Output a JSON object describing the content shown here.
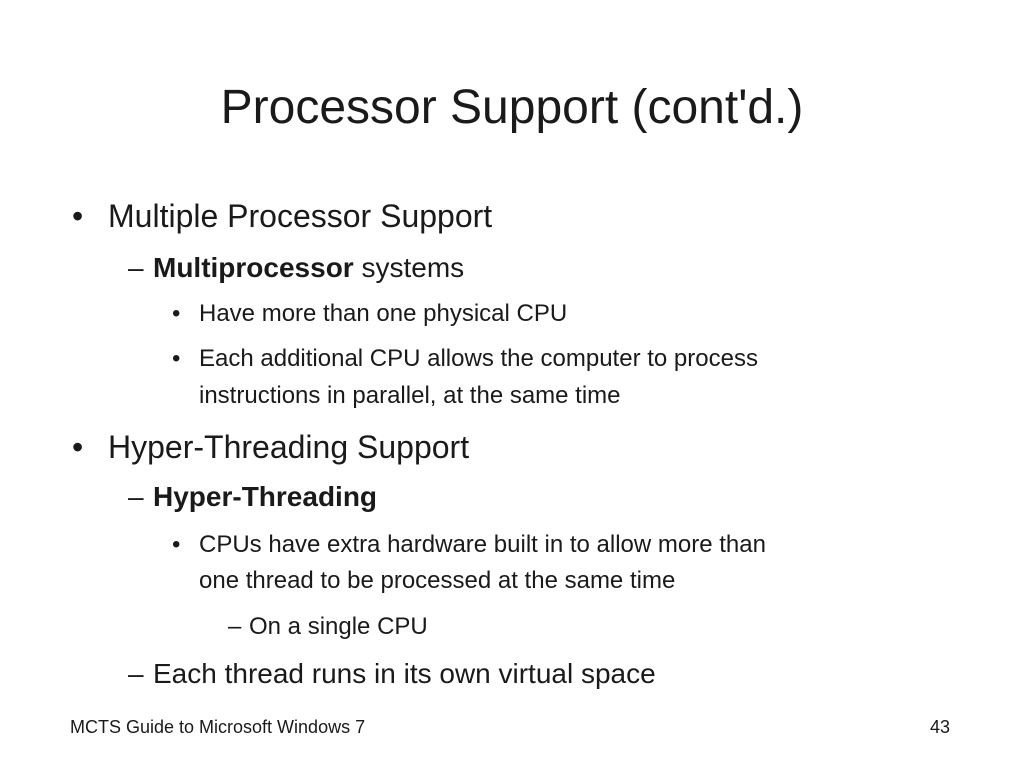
{
  "slide": {
    "title": "Processor Support (cont'd.)",
    "markers": {
      "bullet": "•",
      "dash": "–"
    },
    "items": [
      {
        "text": "Multiple Processor Support"
      },
      {
        "bold": "Multiprocessor",
        "text": " systems"
      },
      {
        "text": "Have more than one physical CPU"
      },
      {
        "line1": "Each additional CPU allows the computer to process",
        "line2": "instructions in parallel, at the same time"
      },
      {
        "text": "Hyper-Threading Support"
      },
      {
        "bold": "Hyper-Threading"
      },
      {
        "line1": "CPUs have extra hardware built in to allow more than",
        "line2": "one thread to be processed at the same time"
      },
      {
        "text": "On a single CPU"
      },
      {
        "text": "Each thread runs in its own virtual space"
      }
    ],
    "footer": {
      "left": "MCTS Guide to Microsoft Windows 7",
      "page_number": "43"
    }
  }
}
